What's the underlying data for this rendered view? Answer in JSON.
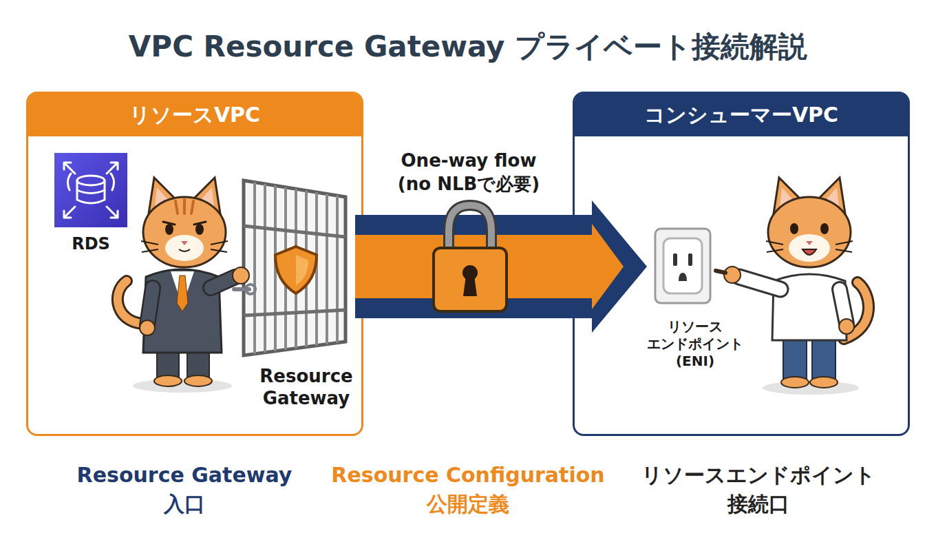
{
  "diagram": {
    "title": "VPC Resource Gateway プライベート接続解説",
    "nodes": [
      {
        "text": [
          "リソースVPC"
        ]
      },
      {
        "text": [
          "RDS"
        ],
        "in": 0
      },
      {
        "text": [
          "Resource Gateway"
        ],
        "in": 0
      },
      {
        "text": [
          "コンシューマーVPC"
        ]
      },
      {
        "text": [
          "リソース エンドポイント (ENI)"
        ],
        "in": 3
      }
    ],
    "edges": [
      {
        "from": 2,
        "to": 4,
        "arrow": "to",
        "label": "One-way flow (no NLBで必要)"
      }
    ],
    "labels": [
      "Resource Gateway",
      "入口",
      "Resource Configuration",
      "公開定義",
      "リソースエンドポイント",
      "接続口"
    ]
  }
}
